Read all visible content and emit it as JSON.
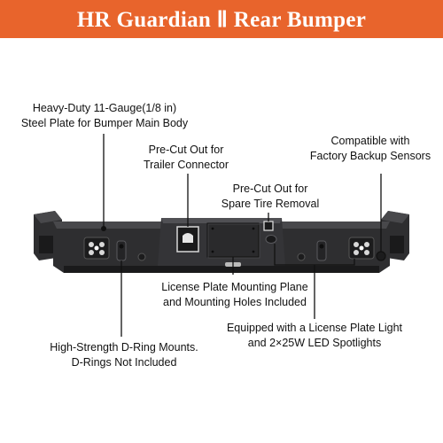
{
  "header": {
    "title": "HR Guardian Ⅱ Rear Bumper",
    "background_color": "#e8642c",
    "text_color": "#ffffff"
  },
  "callouts": {
    "steel_plate": {
      "line1": "Heavy-Duty 11-Gauge(1/8 in)",
      "line2": "Steel Plate for Bumper Main Body"
    },
    "trailer_connector": {
      "line1": "Pre-Cut Out for",
      "line2": "Trailer Connector"
    },
    "backup_sensors": {
      "line1": "Compatible with",
      "line2": "Factory Backup Sensors"
    },
    "spare_tire": {
      "line1": "Pre-Cut Out for",
      "line2": "Spare Tire Removal"
    },
    "license_plate": {
      "line1": "License Plate Mounting Plane",
      "line2": "and Mounting Holes Included"
    },
    "led_light": {
      "line1": "Equipped with a License Plate Light",
      "line2": "and 2×25W LED Spotlights"
    },
    "d_ring": {
      "line1": "High-Strength D-Ring Mounts.",
      "line2": "D-Rings Not Included"
    }
  },
  "colors": {
    "bumper_body": "#2e2e30",
    "bumper_shadow": "#1a1a1b",
    "bumper_highlight": "#48484b",
    "leader_line": "#111111"
  }
}
